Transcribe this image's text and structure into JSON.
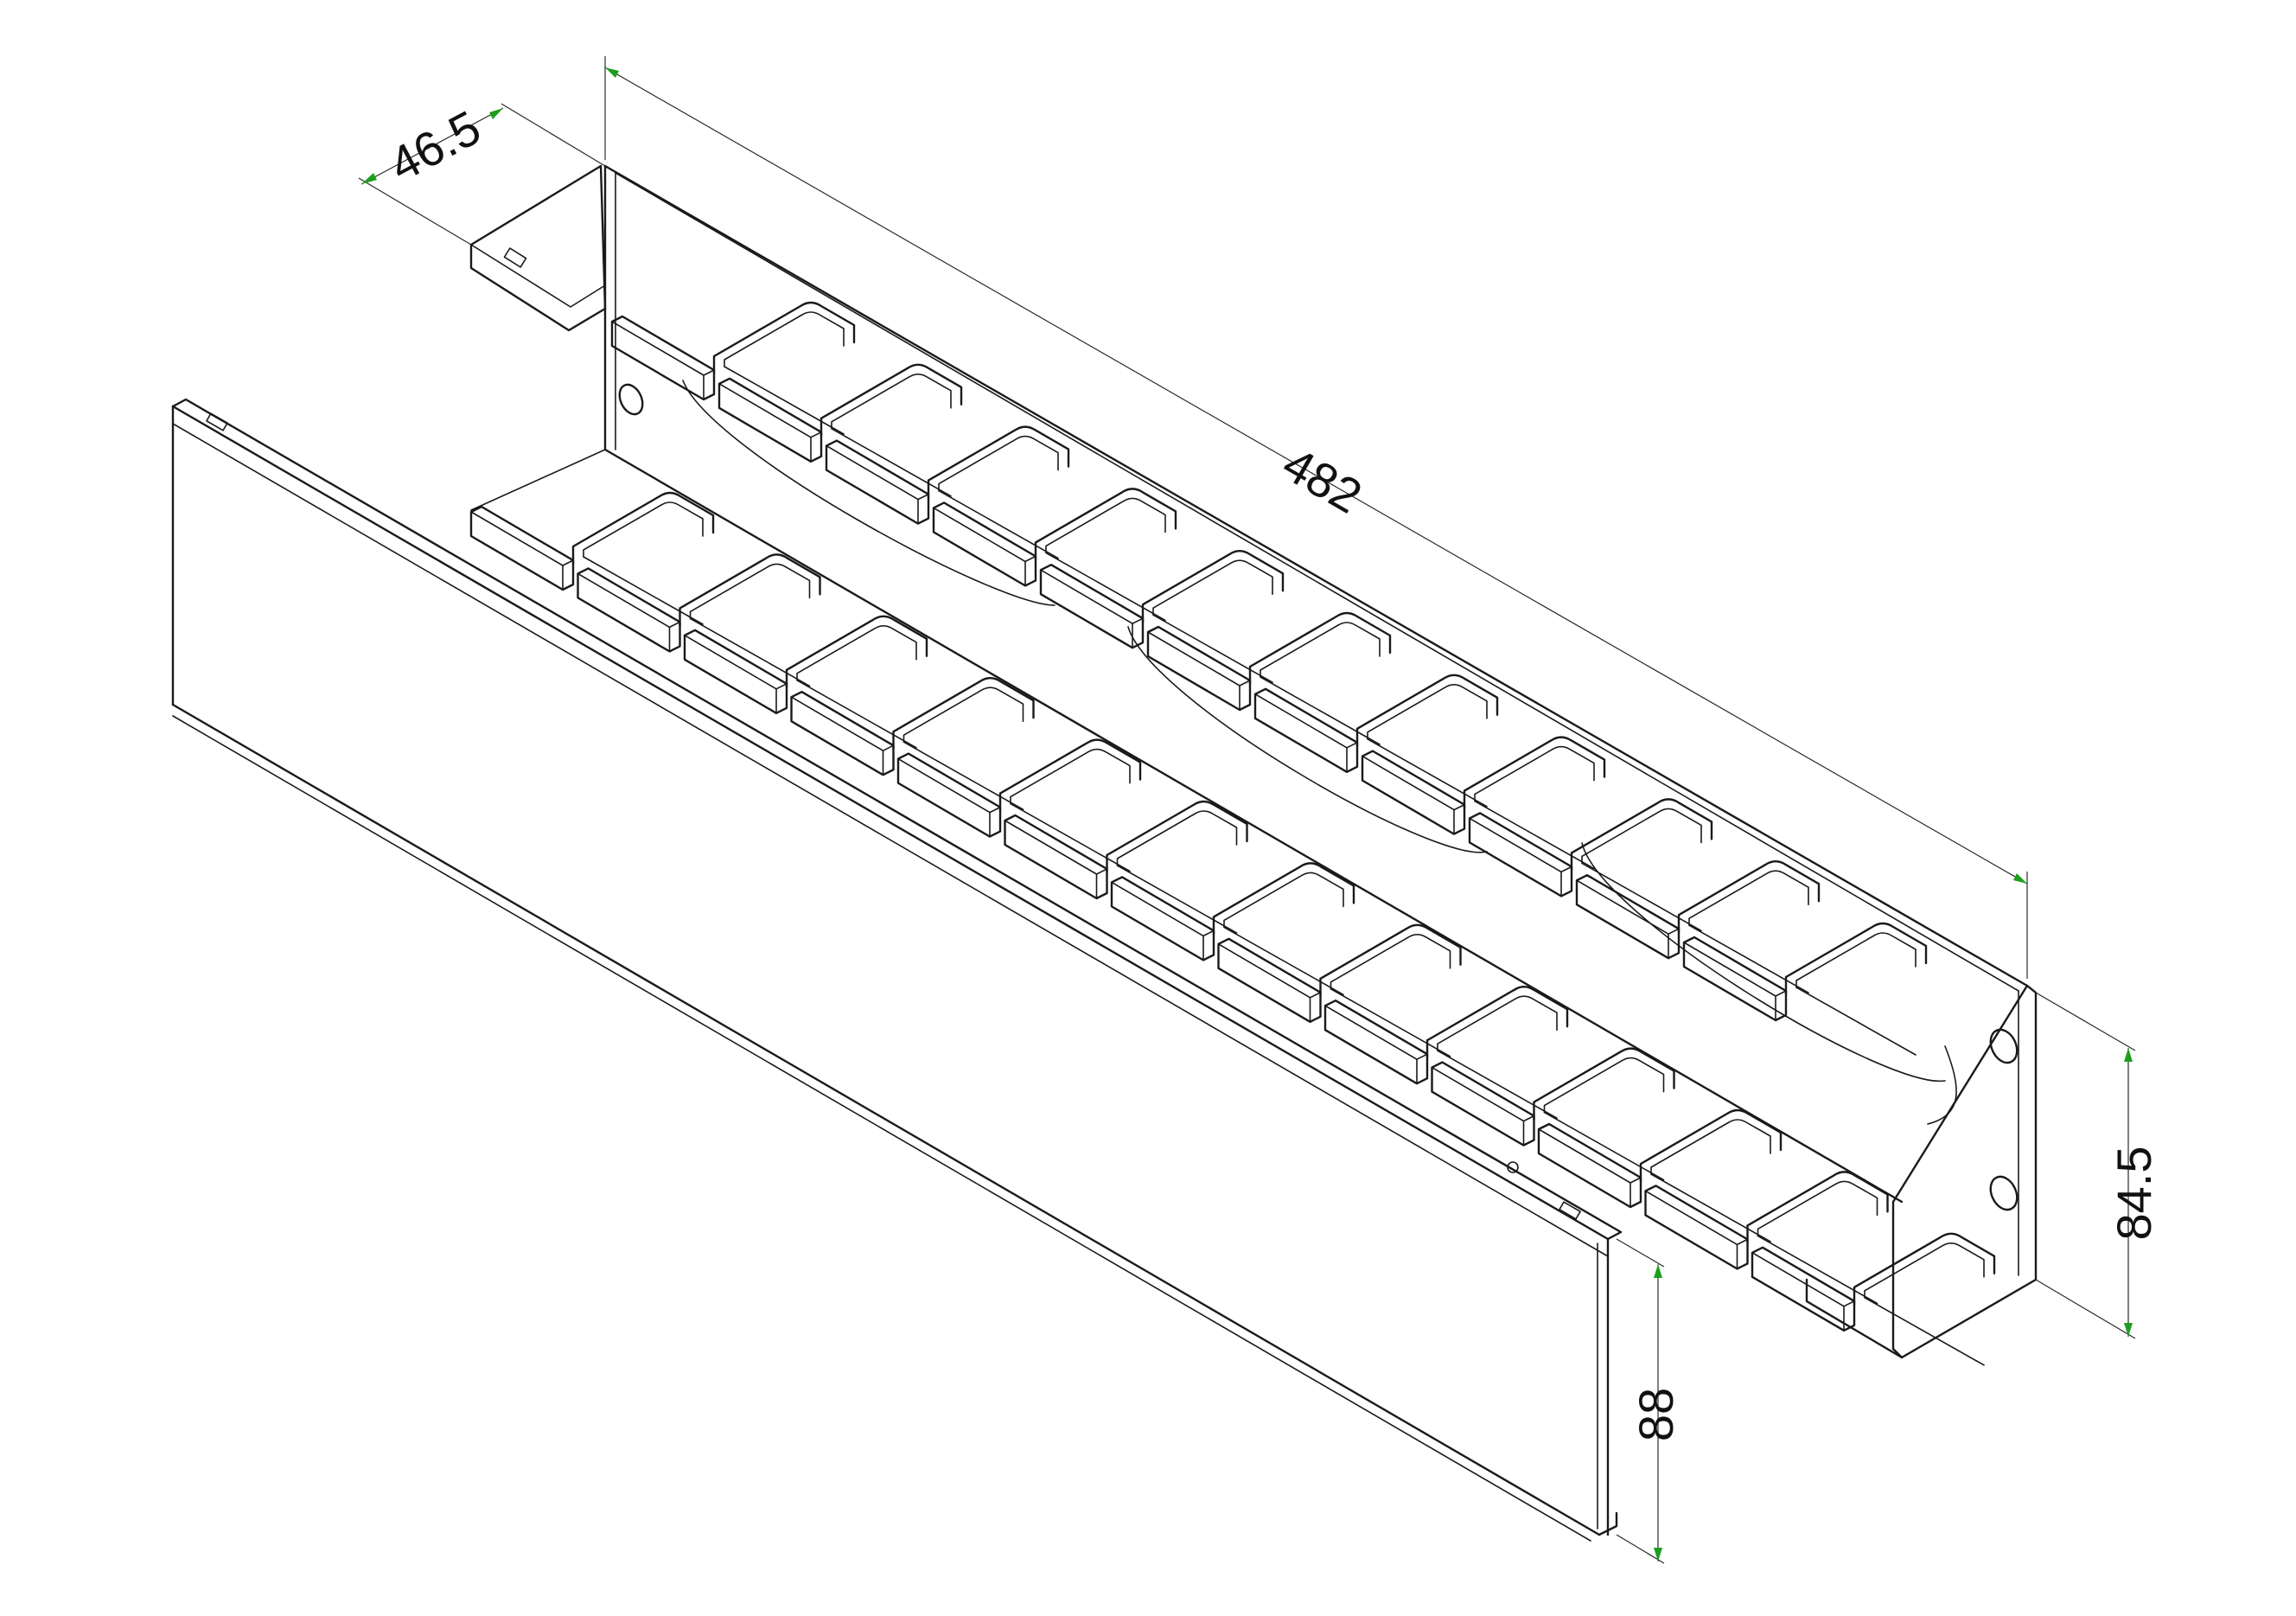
{
  "dimensions": {
    "depth": "46.5",
    "width": "482",
    "rear_height": "84.5",
    "front_height": "88"
  },
  "colors": {
    "line": "#1a1a1a",
    "dimension_line": "#2b2b2b",
    "arrow": "#1e9e1e",
    "background": "#ffffff"
  },
  "counts": {
    "front_fingers": 13,
    "rear_fingers": 11
  }
}
